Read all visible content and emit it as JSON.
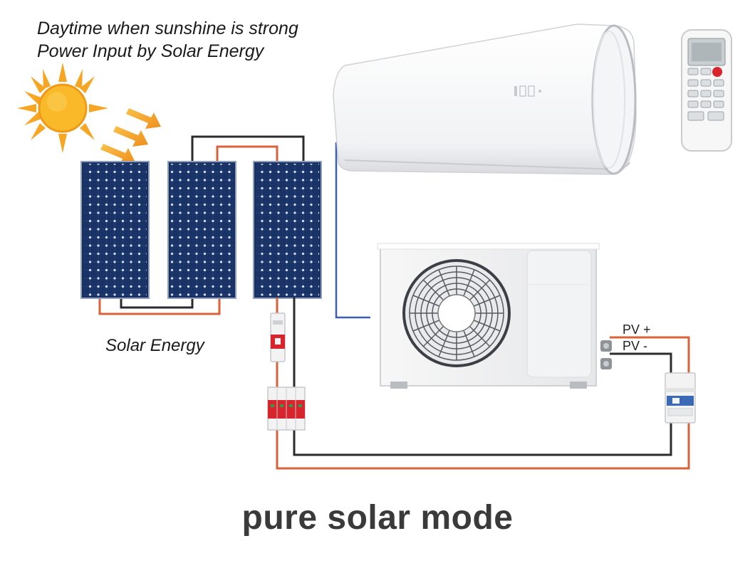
{
  "header": {
    "line1": "Daytime when sunshine is strong",
    "line2": "Power Input by Solar Energy"
  },
  "labels": {
    "solar_energy": "Solar Energy",
    "pv_plus": "PV +",
    "pv_minus": "PV -"
  },
  "caption": "pure solar mode",
  "colors": {
    "positive_wire": "#d9623b",
    "negative_wire": "#2b2b2b",
    "signal_wire": "#3a5fb0",
    "panel_cell": "#1d3569",
    "sun": "#f6a623",
    "breaker_red": "#d8242c"
  },
  "icons": [
    "sun-icon",
    "solar-panel",
    "indoor-ac-unit",
    "remote-control",
    "outdoor-ac-unit",
    "dc-breaker",
    "surge-protector",
    "isolator-switch"
  ]
}
